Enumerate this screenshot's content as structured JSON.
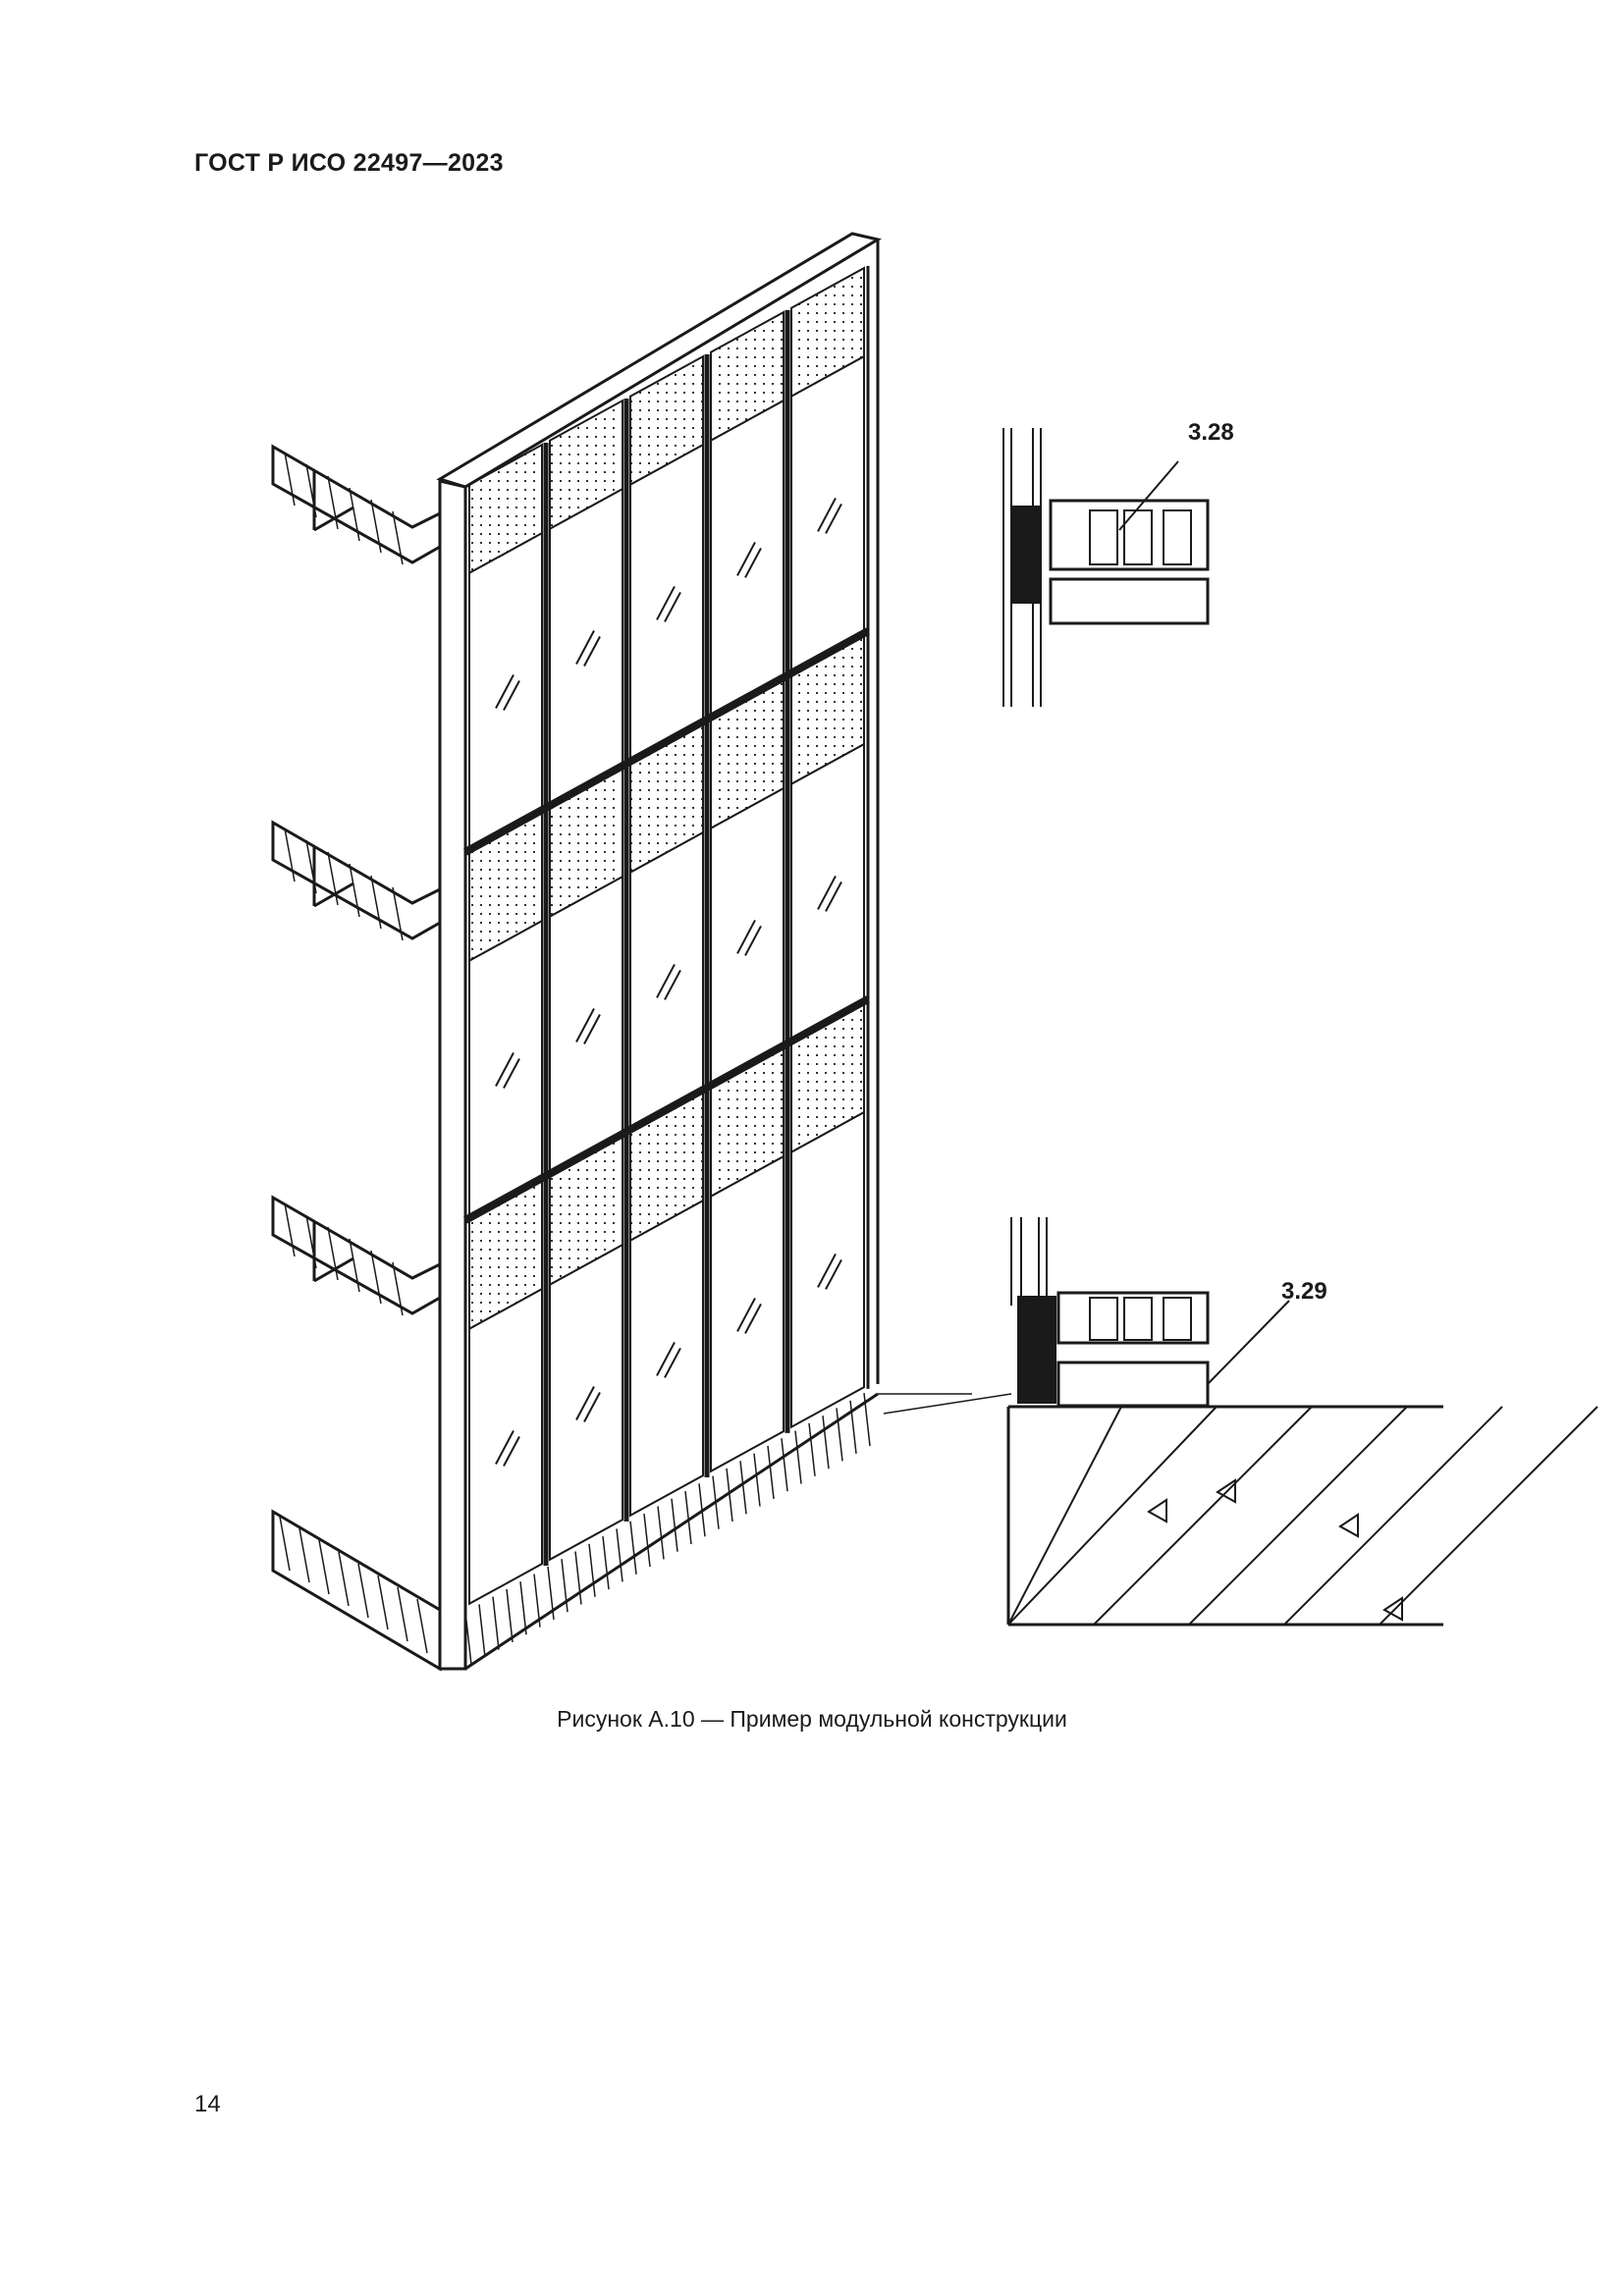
{
  "header": {
    "document_code": "ГОСТ Р ИСО 22497—2023"
  },
  "figure": {
    "callouts": [
      {
        "label": "3.28"
      },
      {
        "label": "3.29"
      }
    ],
    "caption": "Рисунок А.10 — Пример модульной конструкции"
  },
  "footer": {
    "page_number": "14"
  }
}
